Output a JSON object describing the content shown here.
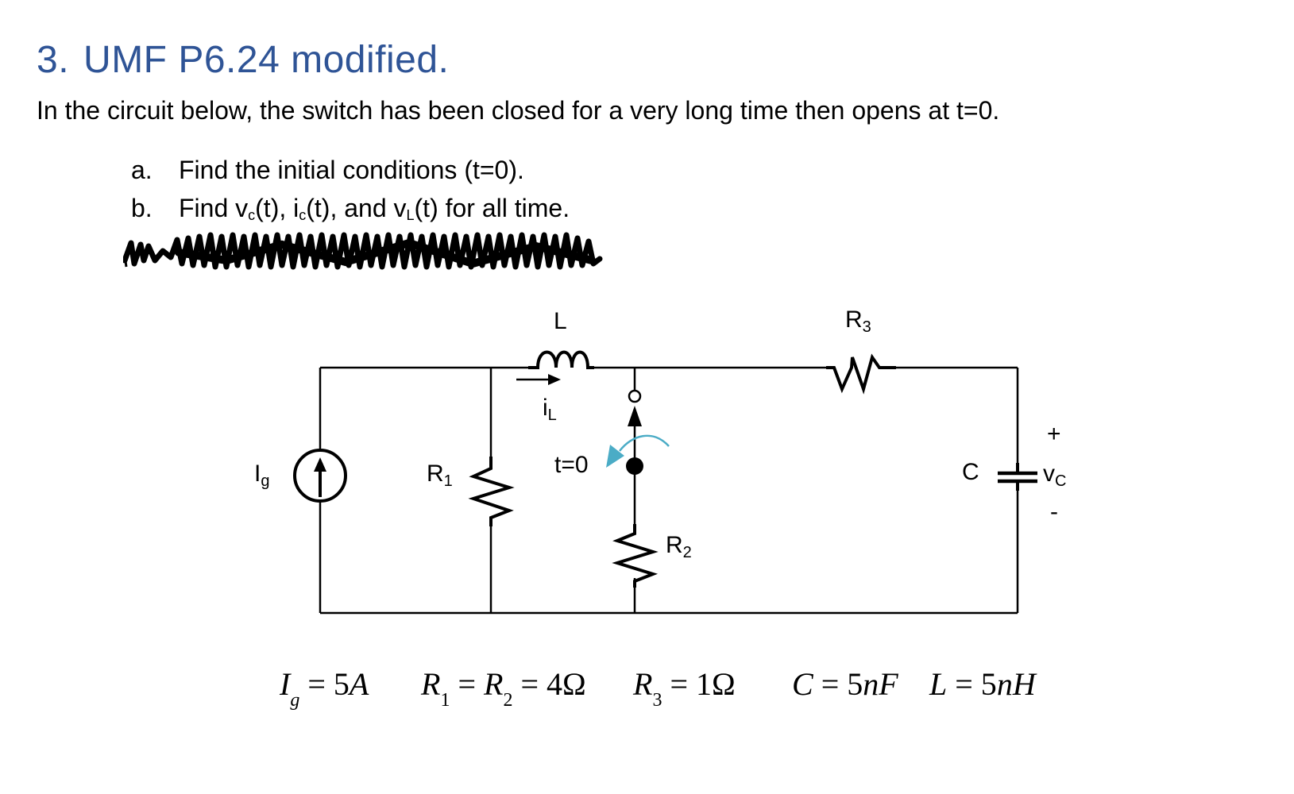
{
  "problem": {
    "number": "3.",
    "title": "UMF P6.24 modified.",
    "intro": "In the circuit below, the switch has been closed for a very long time then opens at t=0.",
    "parts": [
      {
        "label": "a.",
        "text": "Find the initial conditions (t=0)."
      },
      {
        "label": "b.",
        "text_parts": [
          "Find v",
          "c",
          "(t), i",
          "c",
          "(t), and v",
          "L",
          "(t) for all time."
        ]
      }
    ],
    "redacted_line": "scribbled-out text"
  },
  "circuit": {
    "labels": {
      "source": {
        "main": "I",
        "sub": "g"
      },
      "r1": {
        "main": "R",
        "sub": "1"
      },
      "r2": {
        "main": "R",
        "sub": "2"
      },
      "r3": {
        "main": "R",
        "sub": "3"
      },
      "inductor": "L",
      "inductor_current": {
        "main": "i",
        "sub": "L"
      },
      "switch": "t=0",
      "capacitor": "C",
      "cap_voltage": {
        "main": "v",
        "sub": "C"
      },
      "plus": "+",
      "minus": "-"
    },
    "switch_arrow_color": "#4bacc6",
    "wire_color": "#000000"
  },
  "values": [
    {
      "sym": "I",
      "sub": "g",
      "eq": " = 5",
      "unit": "A"
    },
    {
      "sym": "R",
      "sub": "1",
      "eq": " = ",
      "sym2": "R",
      "sub2": "2",
      "eq2": " = 4",
      "unit": "Ω"
    },
    {
      "sym": "R",
      "sub": "3",
      "eq": " = 1",
      "unit": "Ω"
    },
    {
      "sym": "C",
      "eq": " = 5",
      "unit": "nF"
    },
    {
      "sym": "L",
      "eq": " = 5",
      "unit": "nH"
    }
  ]
}
